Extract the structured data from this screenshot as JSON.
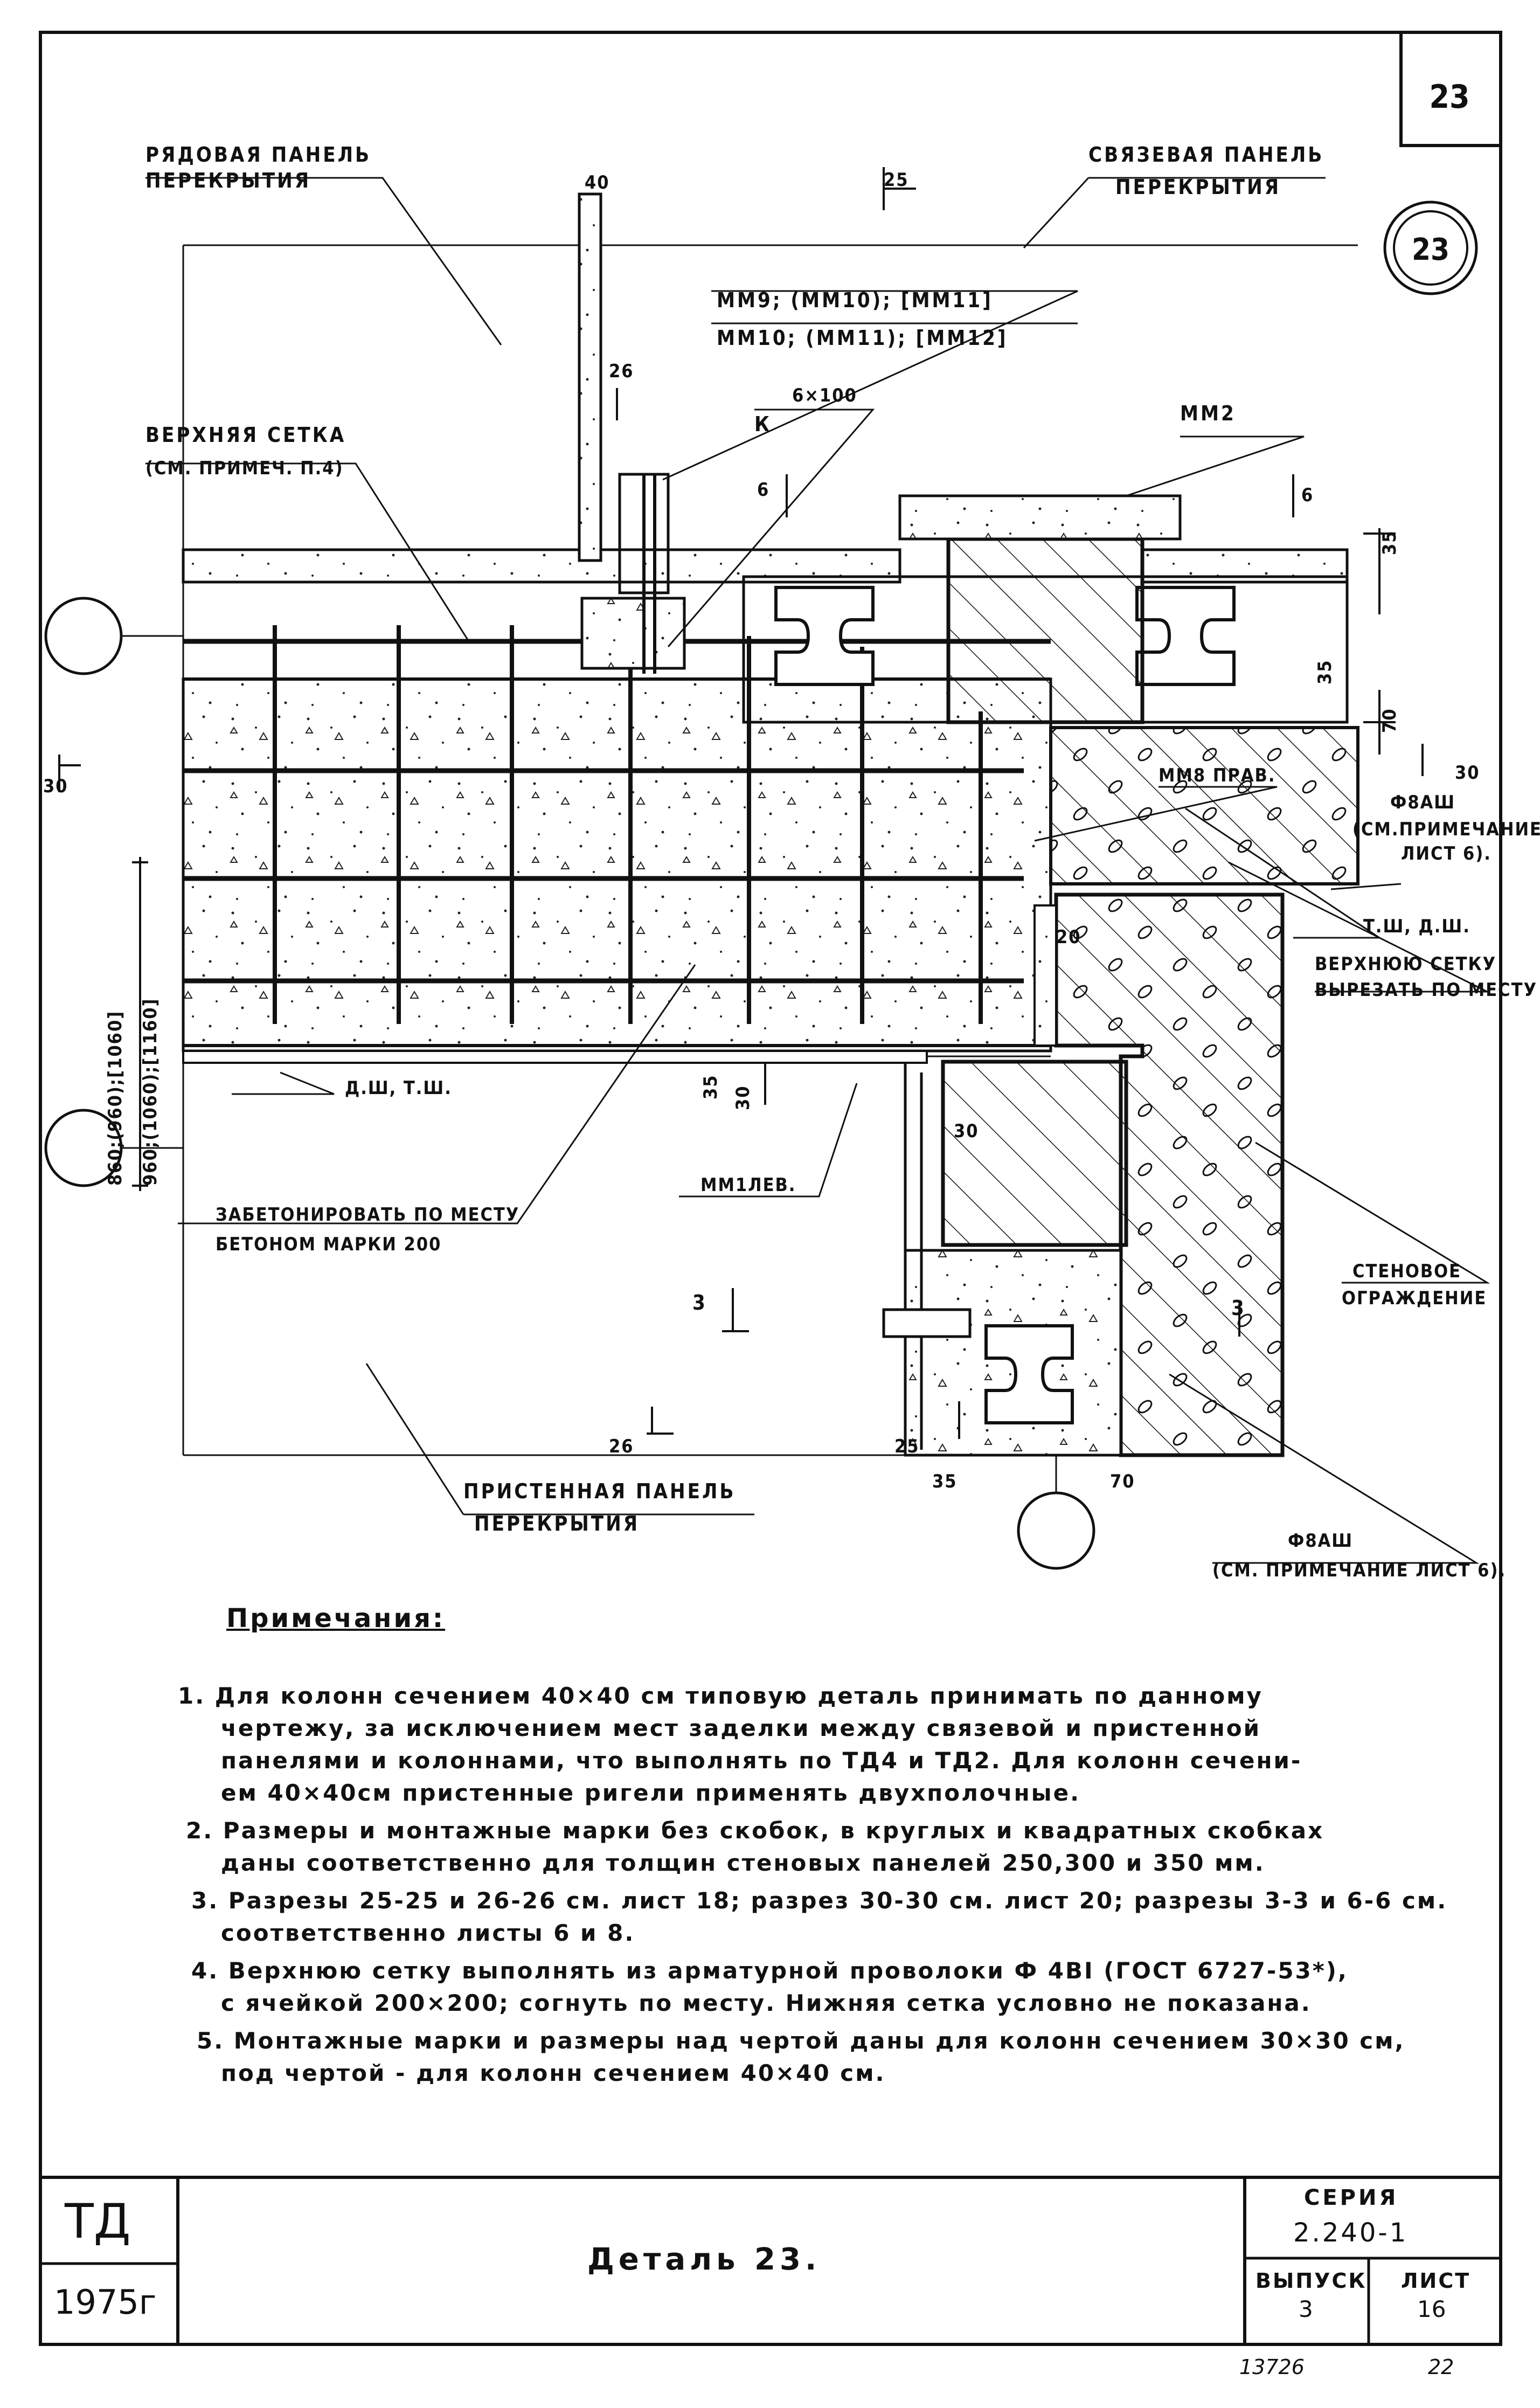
{
  "sheet": {
    "page_number": "23",
    "circle_mark": "23",
    "detail_title": "Деталь 23.",
    "org": "ТД",
    "year": "1975г",
    "series_label": "СЕРИЯ",
    "series_value": "2.240-1",
    "issue_label": "ВЫПУСК",
    "issue_value": "3",
    "sheet_label": "ЛИСТ",
    "sheet_value": "16",
    "stamp_bottom_left": "13726",
    "stamp_bottom_right": "22"
  },
  "labels": {
    "row_panel_1": "РЯДОВАЯ ПАНЕЛЬ",
    "row_panel_2": "ПЕРЕКРЫТИЯ",
    "tie_panel_1": "СВЯЗЕВАЯ ПАНЕЛЬ",
    "tie_panel_2": "ПЕРЕКРЫТИЯ",
    "upper_mesh_1": "ВЕРХНЯЯ СЕТКА",
    "upper_mesh_2": "(СМ. ПРИМЕЧ. П.4)",
    "mm9_line": "ММ9; (ММ10); [ММ11]",
    "mm10_line": "ММ10; (ММ11); [ММ12]",
    "k_mark": "К",
    "k_size": "6×100",
    "mm2": "ММ2",
    "mm8": "ММ8 ПРАВ.",
    "phi8_1": "Ф8АШ",
    "phi8_2": "(СМ.ПРИМЕЧАНИЕ",
    "phi8_3": "ЛИСТ 6).",
    "tsh_dsh": "Т.Ш, Д.Ш.",
    "cut_mesh_1": "ВЕРХНЮЮ СЕТКУ",
    "cut_mesh_2": "ВЫРЕЗАТЬ ПО МЕСТУ",
    "dsh_tsh": "Д.Ш, Т.Ш.",
    "mm1": "ММ1ЛЕВ.",
    "concrete_1": "ЗАБЕТОНИРОВАТЬ ПО МЕСТУ",
    "concrete_2": "БЕТОНОМ МАРКИ 200",
    "wall_1": "СТЕНОВОЕ",
    "wall_2": "ОГРАЖДЕНИЕ",
    "wall_panel_1": "ПРИСТЕННАЯ ПАНЕЛЬ",
    "wall_panel_2": "ПЕРЕКРЫТИЯ",
    "phi8b_1": "Ф8АШ",
    "phi8b_2": "(СМ. ПРИМЕЧАНИЕ ЛИСТ 6).",
    "height_dims_1": "860;(960);[1060]",
    "height_dims_2": "960;(1060);[1160]"
  },
  "dimensions": {
    "d40": "40",
    "d25_top": "25",
    "d26_top": "26",
    "d6_left": "6",
    "d6_right": "6",
    "d35_top": "35",
    "d35_mid": "35",
    "d70_right": "70",
    "d30_left": "30",
    "d30_right": "30",
    "d20": "20",
    "d35_low": "35",
    "d30_low": "30",
    "d30_col": "30",
    "d3_left": "3",
    "d3_right": "3",
    "d26_bottom": "26",
    "d25_bottom": "25",
    "d35_bottom": "35",
    "d70_bottom": "70"
  },
  "notes": {
    "title": "Примечания:",
    "items": [
      "1. Для колонн сечением 40×40 см типовую деталь принимать по данному",
      "чертежу, за исключением мест заделки между связевой и пристенной",
      "панелями и колоннами, что выполнять по ТД4 и ТД2. Для колонн сечени-",
      "ем 40×40см пристенные ригели применять двухполочные.",
      "2. Размеры и монтажные марки без скобок, в круглых и квадратных скобках",
      "даны соответственно для толщин стеновых панелей 250,300 и 350 мм.",
      "3. Разрезы 25-25 и 26-26 см. лист 18; разрез 30-30 см. лист 20; разрезы 3-3 и 6-6 см.",
      "соответственно листы 6 и 8.",
      "4. Верхнюю сетку выполнять из арматурной проволоки Ф 4ВI (ГОСТ 6727-53*),",
      "с ячейкой 200×200; согнуть по месту. Нижняя сетка условно не показана.",
      "5. Монтажные марки и размеры над чертой даны для колонн сечением 30×30 см,",
      "под чертой - для колонн сечением 40×40 см."
    ]
  }
}
